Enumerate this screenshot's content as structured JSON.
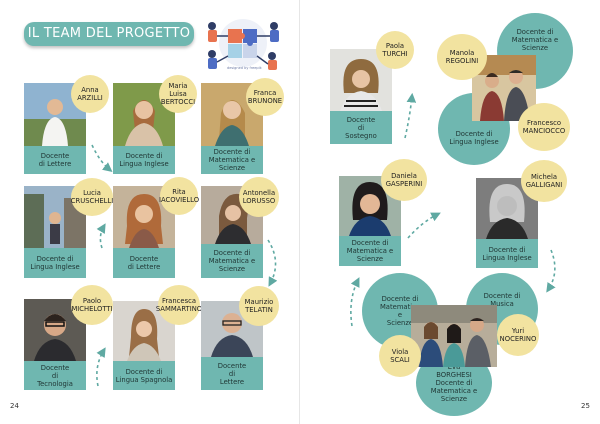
{
  "title": "IL TEAM  DEL PROGETTO",
  "illustration_caption": "designed by freepik",
  "left_page_number": "24",
  "right_page_number": "25",
  "colors": {
    "teal": "#6fb7b0",
    "yellow": "#f2e3a0"
  },
  "left_members": [
    {
      "name": [
        "Anna",
        "ARZILLI"
      ],
      "role": [
        "Docente",
        "di Lettere"
      ]
    },
    {
      "name": [
        "Maria Luisa",
        "BERTOCCI"
      ],
      "role": [
        "Docente  di",
        "Lingua Inglese"
      ]
    },
    {
      "name": [
        "Franca",
        "BRUNONE"
      ],
      "role": [
        "Docente  di",
        "Matematica e",
        "Scienze"
      ]
    },
    {
      "name": [
        "Lucia",
        "CRUSCHELLI"
      ],
      "role": [
        "Docente  di",
        "Lingua Inglese"
      ]
    },
    {
      "name": [
        "Rita",
        "IACOVIELLO"
      ],
      "role": [
        "Docente",
        "di Lettere"
      ]
    },
    {
      "name": [
        "Antonella",
        "LORUSSO"
      ],
      "role": [
        "Docente  di",
        "Matematica e",
        "Scienze"
      ]
    },
    {
      "name": [
        "Paolo",
        "MICHELOTTI"
      ],
      "role": [
        "Docente",
        "di",
        "Tecnologia"
      ]
    },
    {
      "name": [
        "Francesca",
        "SAMMARTINO"
      ],
      "role": [
        "Docente  di",
        "Lingua Spagnola"
      ]
    },
    {
      "name": [
        "Maurizio",
        "TELATIN"
      ],
      "role": [
        "Docente",
        "di",
        "Lettere"
      ]
    }
  ],
  "right_members": {
    "turchi": {
      "name": [
        "Paola",
        "TURCHI"
      ],
      "role": [
        "Docente",
        "di",
        "Sostegno"
      ]
    },
    "regolini": {
      "name": [
        "Manola",
        "REGOLINI"
      ]
    },
    "manciocco": {
      "name": [
        "Francesco",
        "MANCIOCCO"
      ]
    },
    "pair_top": {
      "role_a": [
        "Docente  di",
        "Matematica e",
        "Scienze"
      ],
      "role_b": [
        "Docente  di",
        "Lingua Inglese"
      ]
    },
    "gasperini": {
      "name": [
        "Daniela",
        "GASPERINI"
      ],
      "role": [
        "Docente  di",
        "Matematica e",
        "Scienze"
      ]
    },
    "galligani": {
      "name": [
        "Michela",
        "GALLIGANI"
      ],
      "role": [
        "Docente  di",
        "Lingua Inglese"
      ]
    },
    "trio": {
      "role_a": [
        "Docente  di",
        "Matematica",
        "e",
        "Scienze"
      ],
      "role_b": [
        "Docente  di",
        "Musica"
      ],
      "scali": [
        "Viola",
        "SCALI"
      ],
      "nocerino": [
        "Yuri",
        "NOCERINO"
      ],
      "borghesi": [
        "Eva",
        "BORGHESI",
        "Docente  di",
        "Matematica e",
        "Scienze"
      ]
    }
  }
}
